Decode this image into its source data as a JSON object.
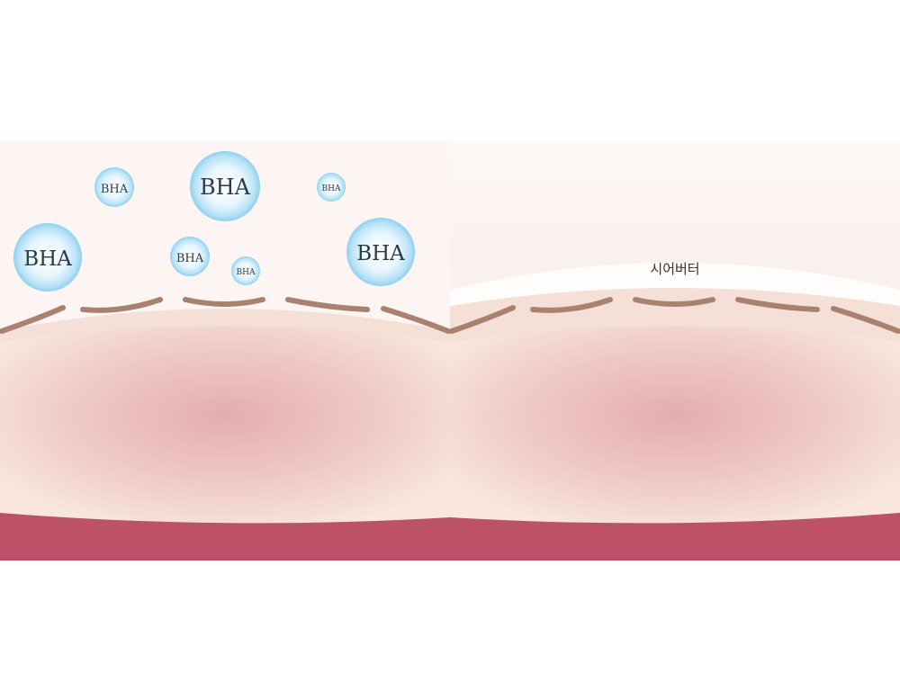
{
  "left_panel": {
    "bubbles": [
      {
        "label": "BHA"
      },
      {
        "label": "BHA"
      },
      {
        "label": "BHA"
      },
      {
        "label": "BHA"
      },
      {
        "label": "BHA"
      },
      {
        "label": "BHA"
      },
      {
        "label": "BHA"
      }
    ]
  },
  "right_panel": {
    "layer_label": "시어버터"
  },
  "colors": {
    "background": "#fcf5f3",
    "skin_surface": "#f5e0d8",
    "dermis_center": "#e4adaf",
    "deep_layer": "#bd5168",
    "cell_line": "#a8826e",
    "bubble": "#a9dcf4",
    "butter_layer": "#fffdfb"
  }
}
